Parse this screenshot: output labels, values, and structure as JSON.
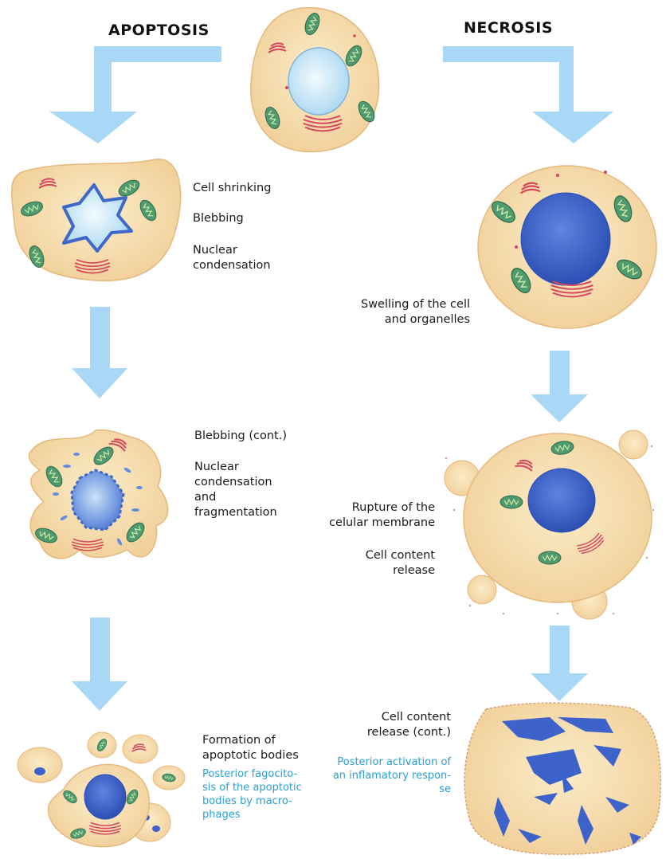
{
  "headings": {
    "apoptosis": "APOPTOSIS",
    "necrosis": "NECROSIS"
  },
  "apoptosis": {
    "step1": {
      "cell_shrinking": "Cell shrinking",
      "blebbing": "Blebbing",
      "nuclear_condensation": "Nuclear\ncondensation"
    },
    "step2": {
      "blebbing_cont": "Blebbing (cont.)",
      "nuclear_fragmentation": "Nuclear\ncondensation\nand\nfragmentation"
    },
    "step3": {
      "formation": "Formation of\napoptotic bodies",
      "fagocytosis": "Posterior fagocito-\nsis of the apoptotic\nbodies by macro-\nphages"
    }
  },
  "necrosis": {
    "step1": {
      "swelling": "Swelling of the cell\nand organelles"
    },
    "step2": {
      "rupture": "Rupture of the\ncelular membrane",
      "release": "Cell content\nrelease"
    },
    "step3": {
      "release_cont": "Cell content\nrelease (cont.)",
      "inflammation": "Posterior activation of\nan inflamatory respon-\nse"
    }
  },
  "colors": {
    "arrow": "#a8d8f5",
    "cell_fill": "#f6ddb0",
    "cell_edge": "#e7bf86",
    "nucleus": "#3d62c9",
    "nucleus_light": "#cfe9f7",
    "mitochondria": "#4f9a6e",
    "golgi": "#d6465e",
    "note_text": "#2a9fd6"
  }
}
